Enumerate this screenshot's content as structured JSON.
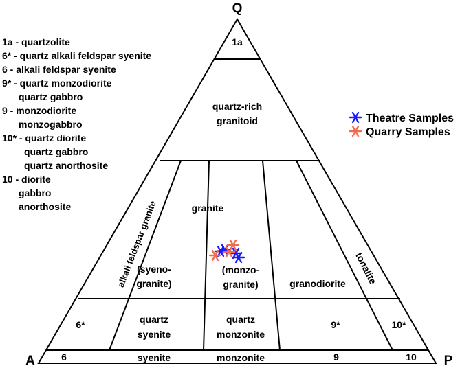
{
  "apex": {
    "q": "Q",
    "a": "A",
    "p": "P"
  },
  "legend_key": [
    "1a - quartzolite",
    "6* - quartz alkali feldspar syenite",
    "6 - alkali feldspar syenite",
    "9* - quartz monzodiorite",
    "quartz gabbro",
    "9 - monzodiorite",
    "monzogabbro",
    "10* - quartz diorite",
    "quartz gabbro",
    "quartz anorthosite",
    "10 - diorite",
    "gabbro",
    "anorthosite"
  ],
  "fields": {
    "f1a": "1a",
    "quartz_rich_1": "quartz-rich",
    "quartz_rich_2": "granitoid",
    "granite": "granite",
    "alkali_feldspar_granite": "alkali feldspar granite",
    "syeno_1": "(syeno-",
    "syeno_2": "granite)",
    "monzo_1": "(monzo-",
    "monzo_2": "granite)",
    "granodiorite": "granodiorite",
    "tonalite": "tonalite",
    "f6star": "6*",
    "qsyenite_1": "quartz",
    "qsyenite_2": "syenite",
    "qmonzonite_1": "quartz",
    "qmonzonite_2": "monzonite",
    "f9star": "9*",
    "f10star": "10*",
    "f6": "6",
    "syenite": "syenite",
    "monzonite": "monzonite",
    "f9": "9",
    "f10": "10"
  },
  "series": [
    {
      "name": "Theatre Samples",
      "color": "#1a1aff",
      "marker": "asterisk-icon"
    },
    {
      "name": "Quarry Samples",
      "color": "#f26b4f",
      "marker": "asterisk-icon"
    }
  ]
}
